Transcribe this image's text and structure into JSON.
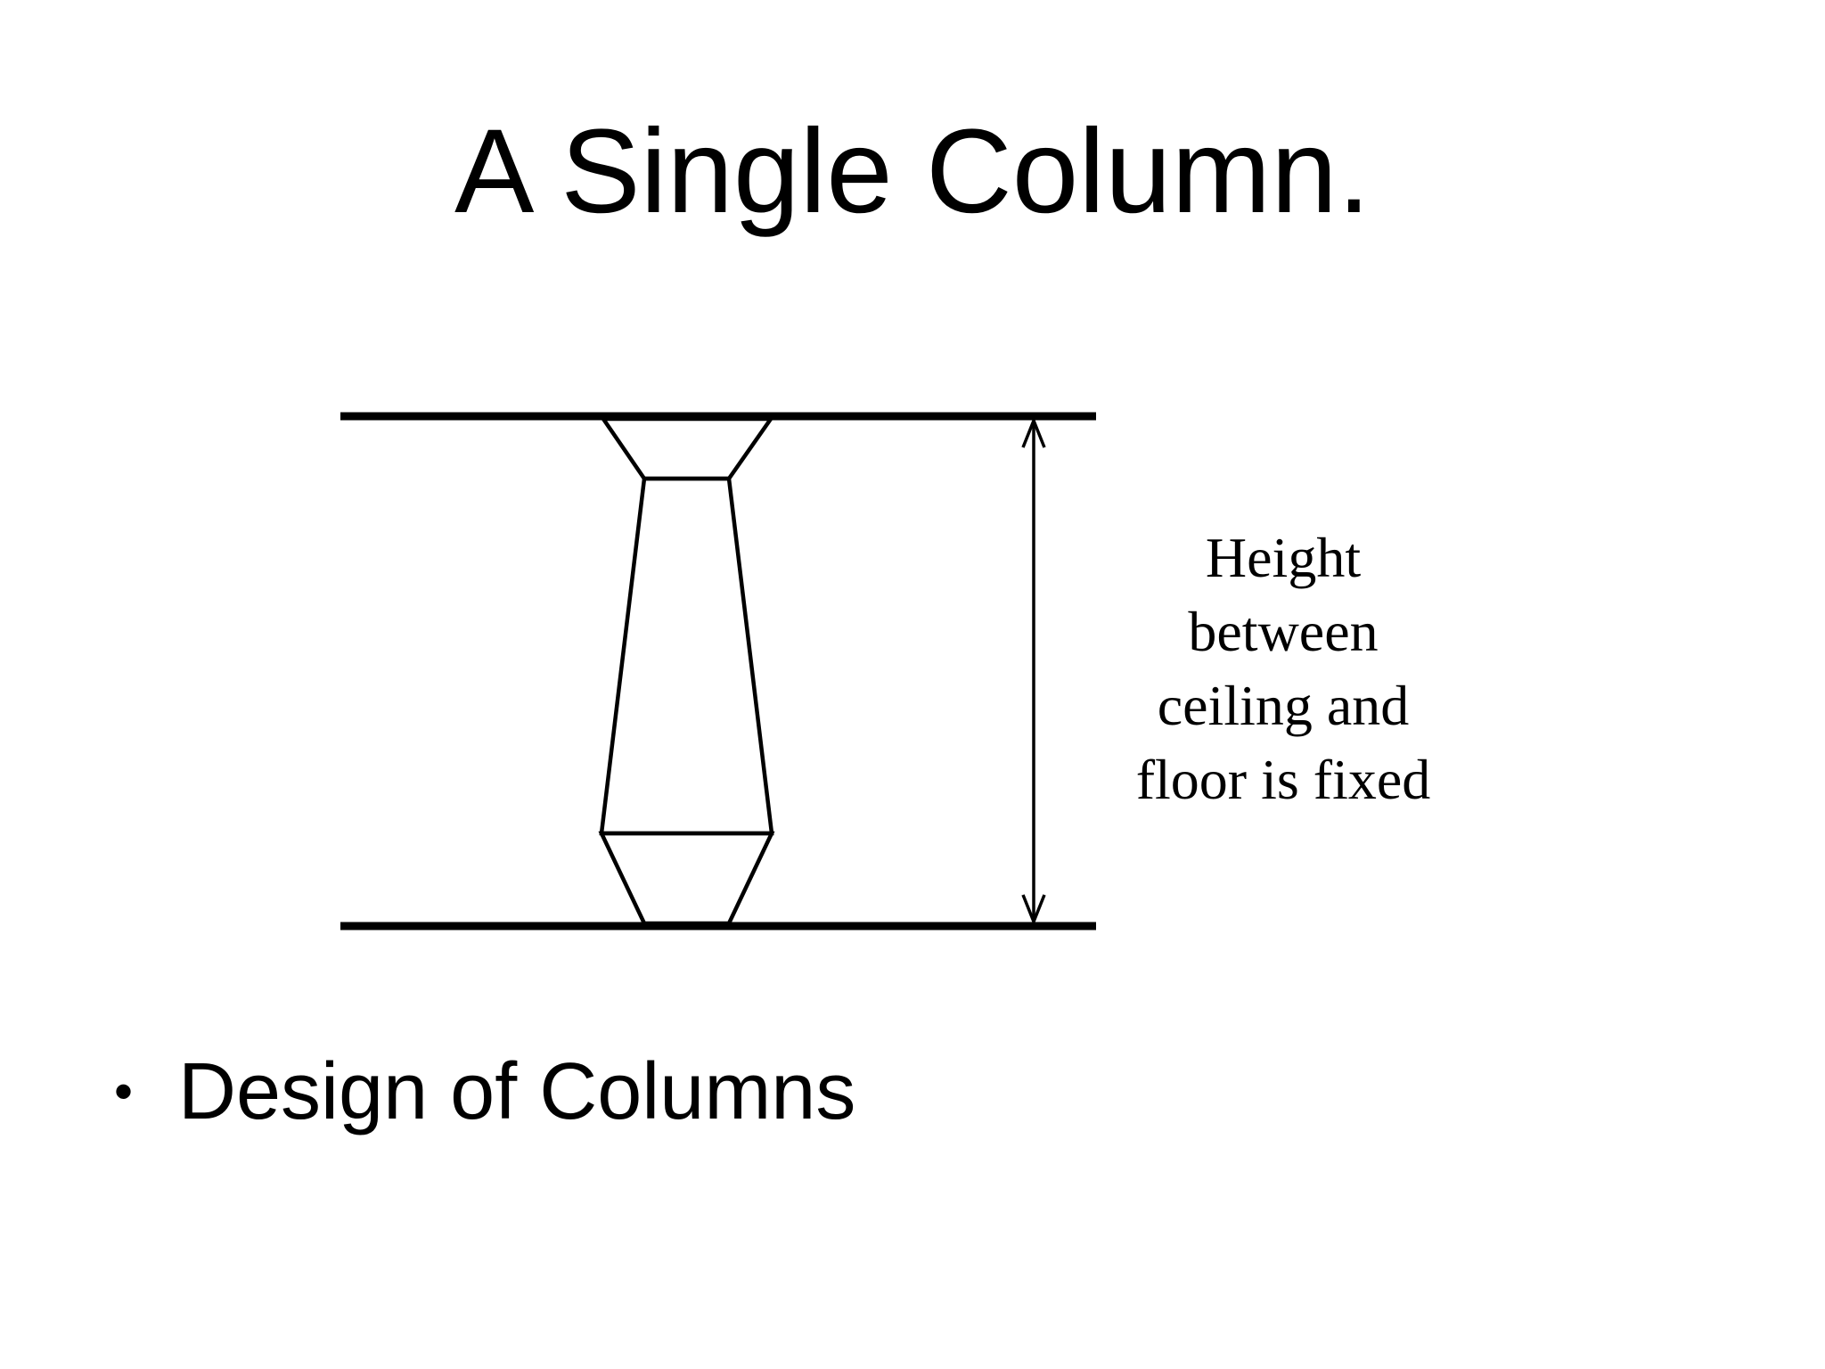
{
  "slide": {
    "title": "A Single Column."
  },
  "diagram": {
    "annotation_lines": [
      "Height",
      "between",
      "ceiling and",
      "floor is fixed"
    ]
  },
  "bullets": [
    {
      "bullet_symbol": "•",
      "text": "Design of Columns"
    }
  ]
}
